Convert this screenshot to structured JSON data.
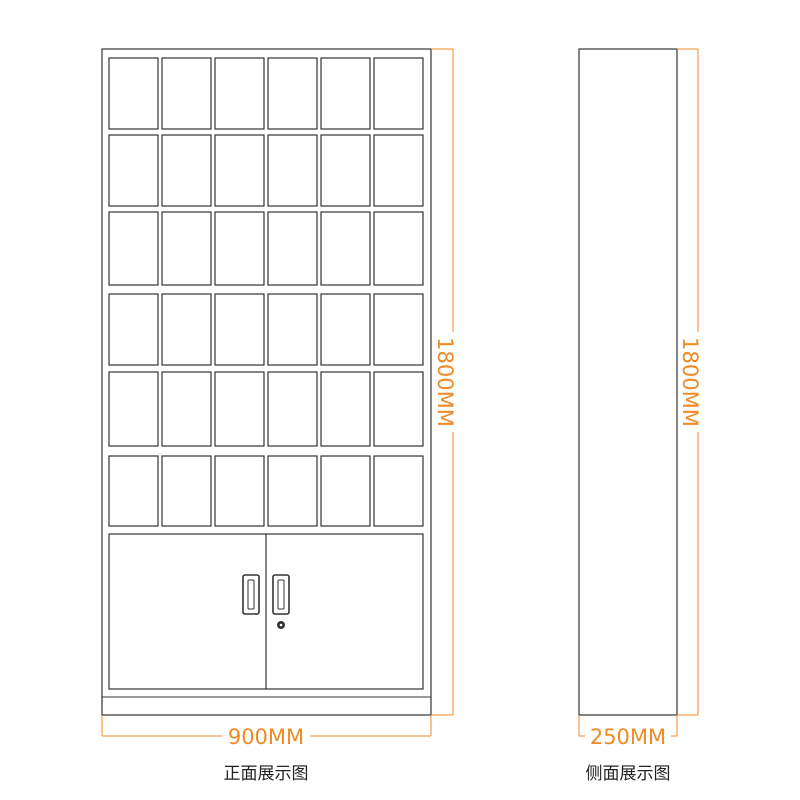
{
  "front_view": {
    "caption": "正面展示图",
    "width_label": "900MM",
    "height_label": "1800MM",
    "compartment_grid": {
      "columns": 6,
      "rows": 6
    },
    "lower_cabinet": {
      "doors": 2,
      "has_handles": true,
      "has_lock": true
    }
  },
  "side_view": {
    "caption": "侧面展示图",
    "depth_label": "250MM",
    "height_label": "1800MM"
  },
  "colors": {
    "outline": "#333333",
    "dimension": "#f08a24",
    "caption": "#222222",
    "background": "#ffffff"
  }
}
